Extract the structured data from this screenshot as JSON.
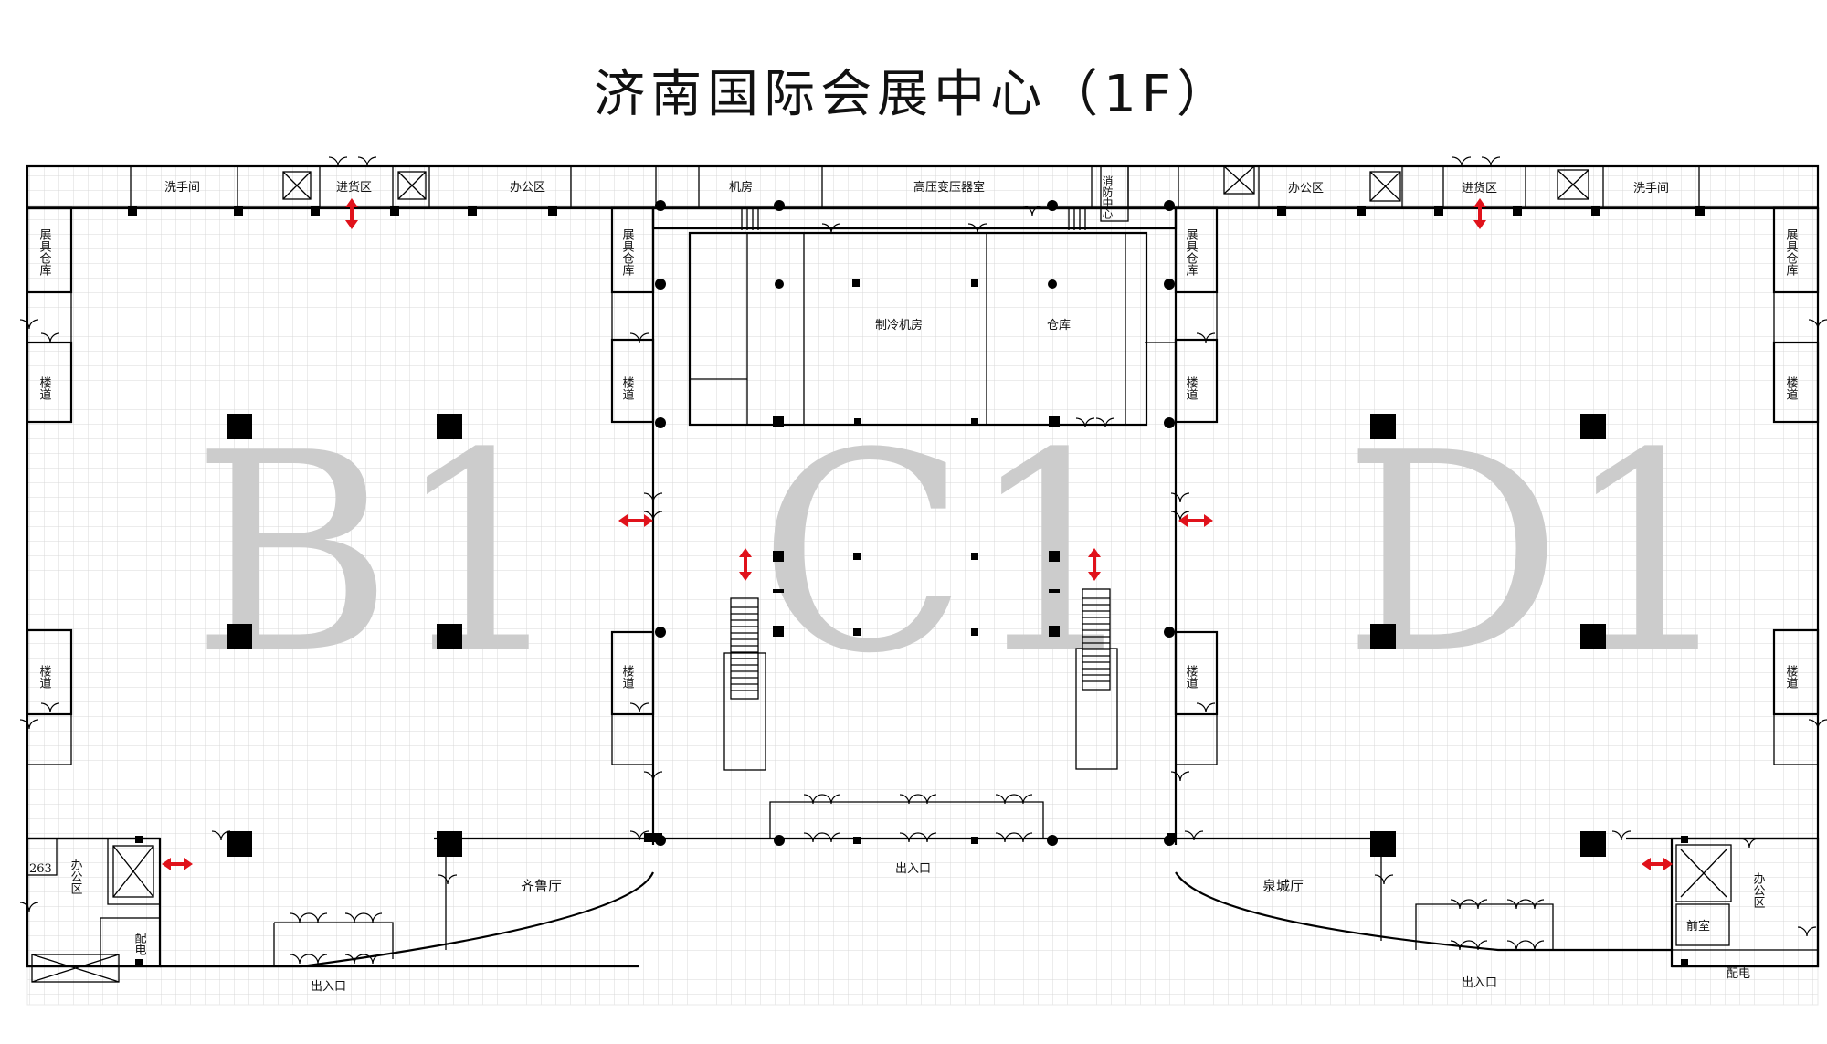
{
  "title": "济南国际会展中心（1F）",
  "colors": {
    "wall": "#000000",
    "grid": "#d6d6d6",
    "hall_label": "#cccccc",
    "arrow": "#e0121b",
    "background": "#ffffff"
  },
  "hall_labels": {
    "west": "B1",
    "center": "C1",
    "east": "D1"
  },
  "rooms": {
    "washroom_w": "洗手间",
    "loading_w": "进货区",
    "office_top_w": "办公区",
    "machine_room": "机房",
    "transformer_room": "高压变压器室",
    "fire_center": "消防中心",
    "office_top_e": "办公区",
    "loading_e": "进货区",
    "washroom_e": "洗手间",
    "storage_w": "展具仓库",
    "storage_cw": "展具仓库",
    "storage_ce": "展具仓库",
    "storage_e": "展具仓库",
    "stair_w1": "楼道",
    "stair_w2": "楼道",
    "stair_cw1": "楼道",
    "stair_cw2": "楼道",
    "stair_ce1": "楼道",
    "stair_ce2": "楼道",
    "stair_e1": "楼道",
    "stair_e2": "楼道",
    "chiller_room": "制冷机房",
    "warehouse": "仓库",
    "room_263": "263",
    "office_sw": "办公区",
    "power_sw": "配电",
    "qilu_hall": "齐鲁厅",
    "quancheng_hall": "泉城厅",
    "front_room": "前室",
    "office_se": "办公区",
    "power_se": "配电"
  },
  "exits": {
    "west": "出入口",
    "center": "出入口",
    "east": "出入口"
  }
}
